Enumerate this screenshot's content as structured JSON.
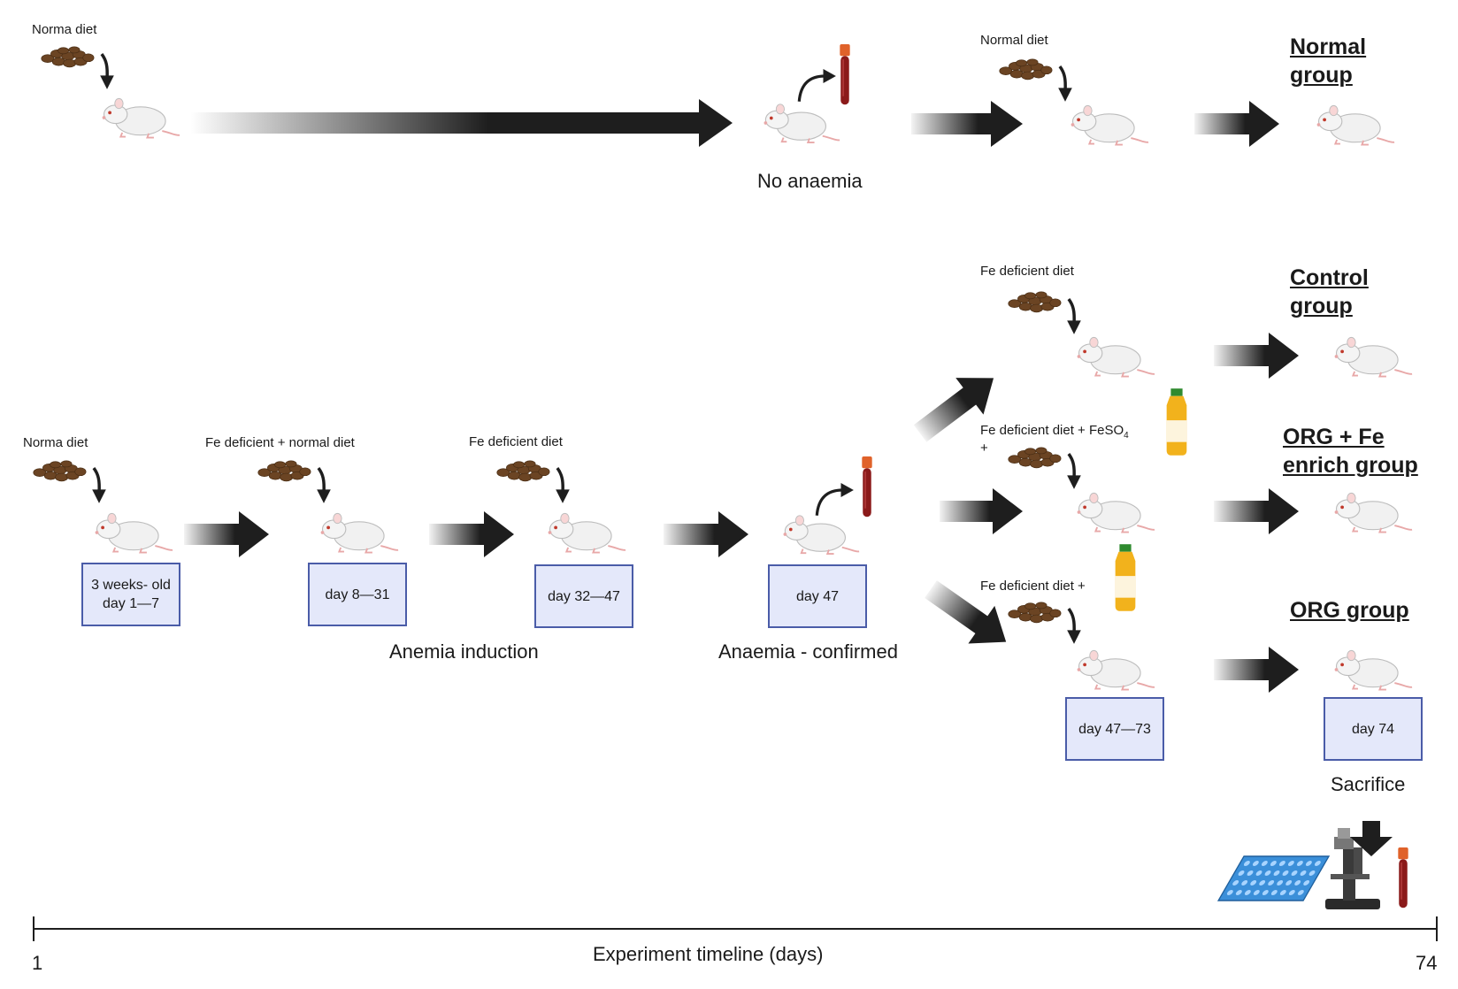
{
  "row1": {
    "diet_start": "Norma diet",
    "blood_label": "No anaemia",
    "diet_mid": "Normal diet",
    "group": "Normal \ngroup"
  },
  "row2": {
    "diet_start": "Norma diet",
    "diet_mix": "Fe deficient + normal diet",
    "diet_def": "Fe deficient diet",
    "box1": "3 weeks- old\nday 1—7",
    "box2": "day 8—31",
    "box3": "day 32—47",
    "box4": "day 47",
    "anemia_induction": "Anemia induction",
    "anaemia_confirmed": "Anaemia - confirmed"
  },
  "branches": {
    "control_diet": "Fe deficient diet",
    "control_group": "Control \ngroup",
    "orgfe_diet_line1": "Fe deficient diet + FeSO",
    "orgfe_diet_sub": "4",
    "orgfe_diet_line2": "+",
    "orgfe_group": "ORG + Fe \nenrich group",
    "org_diet": "Fe deficient diet +",
    "org_group": "ORG group",
    "box_treat": "day 47—73",
    "box_end": "day 74",
    "sacrifice": "Sacrifice"
  },
  "timeline": {
    "start": "1",
    "end": "74",
    "label": "Experiment timeline (days)"
  },
  "colors": {
    "arrow": "#1e1e1e",
    "box_fill": "#e4e8fa",
    "box_border": "#4a5ca8",
    "food": "#6b4423",
    "blood": "#8b1a1a",
    "cap": "#e0622a",
    "juice": "#f2b21c",
    "juice_cap": "#2f8a2f",
    "plate": "#3b8fd9"
  },
  "icons": [
    "rat-icon",
    "food-pellets-icon",
    "blood-tube-icon",
    "juice-bottle-icon",
    "microplate-icon",
    "microscope-icon",
    "curved-arrow-icon"
  ]
}
